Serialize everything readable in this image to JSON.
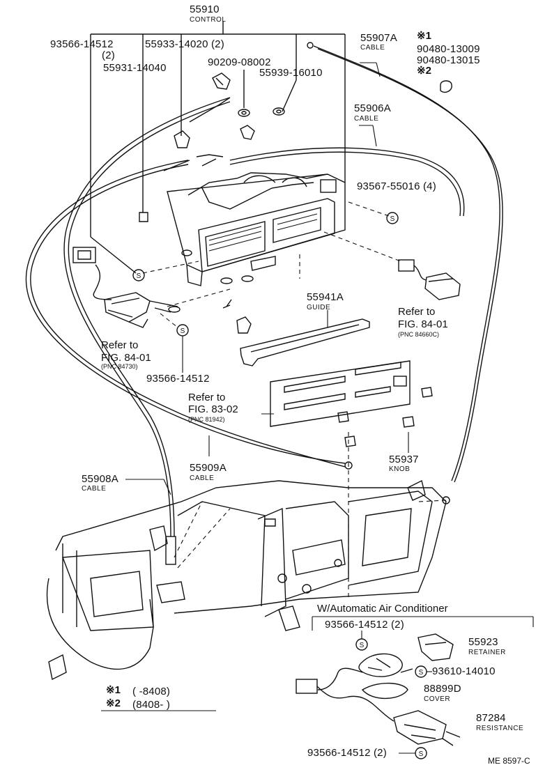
{
  "parts": {
    "p55910": {
      "number": "55910",
      "name": "CONTROL"
    },
    "p93566a": {
      "number": "93566-14512",
      "qty": "(2)"
    },
    "p55933": {
      "number": "55933-14020 (2)"
    },
    "p55931": {
      "number": "55931-14040"
    },
    "p90209": {
      "number": "90209-08002"
    },
    "p55939": {
      "number": "55939-16010"
    },
    "p55907": {
      "number": "55907A",
      "name": "CABLE"
    },
    "p90480": {
      "mark1": "※1",
      "num1": "90480-13009",
      "num2": "90480-13015",
      "mark2": "※2"
    },
    "p55906": {
      "number": "55906A",
      "name": "CABLE"
    },
    "p93567": {
      "number": "93567-55016 (4)"
    },
    "p55941": {
      "number": "55941A",
      "name": "GUIDE"
    },
    "ref8401r": {
      "line1": "Refer to",
      "line2": "FIG. 84-01",
      "pnc": "(PNC 84660C)"
    },
    "ref8401l": {
      "line1": "Refer to",
      "line2": "FIG. 84-01",
      "pnc": "(PNC 84730)"
    },
    "p93566b": {
      "number": "93566-14512"
    },
    "ref8302": {
      "line1": "Refer to",
      "line2": "FIG. 83-02",
      "pnc": "(PNC 81942)"
    },
    "p55937": {
      "number": "55937",
      "name": "KNOB"
    },
    "p55909": {
      "number": "55909A",
      "name": "CABLE"
    },
    "p55908": {
      "number": "55908A",
      "name": "CABLE"
    },
    "auto_ac": {
      "header": "W/Automatic Air Conditioner",
      "p93566c": "93566-14512 (2)",
      "p55923": {
        "number": "55923",
        "name": "RETAINER"
      },
      "p93610": "93610-14010",
      "p88899": {
        "number": "88899D",
        "name": "COVER"
      },
      "p87284": {
        "number": "87284",
        "name": "RESISTANCE"
      },
      "p93566d": "93566-14512 (2)"
    }
  },
  "legend": {
    "row1": {
      "mark": "※1",
      "text": "(      -8408)"
    },
    "row2": {
      "mark": "※2",
      "text": "(8408-      )"
    }
  },
  "code": "ME 8597-C",
  "symbol": "S"
}
